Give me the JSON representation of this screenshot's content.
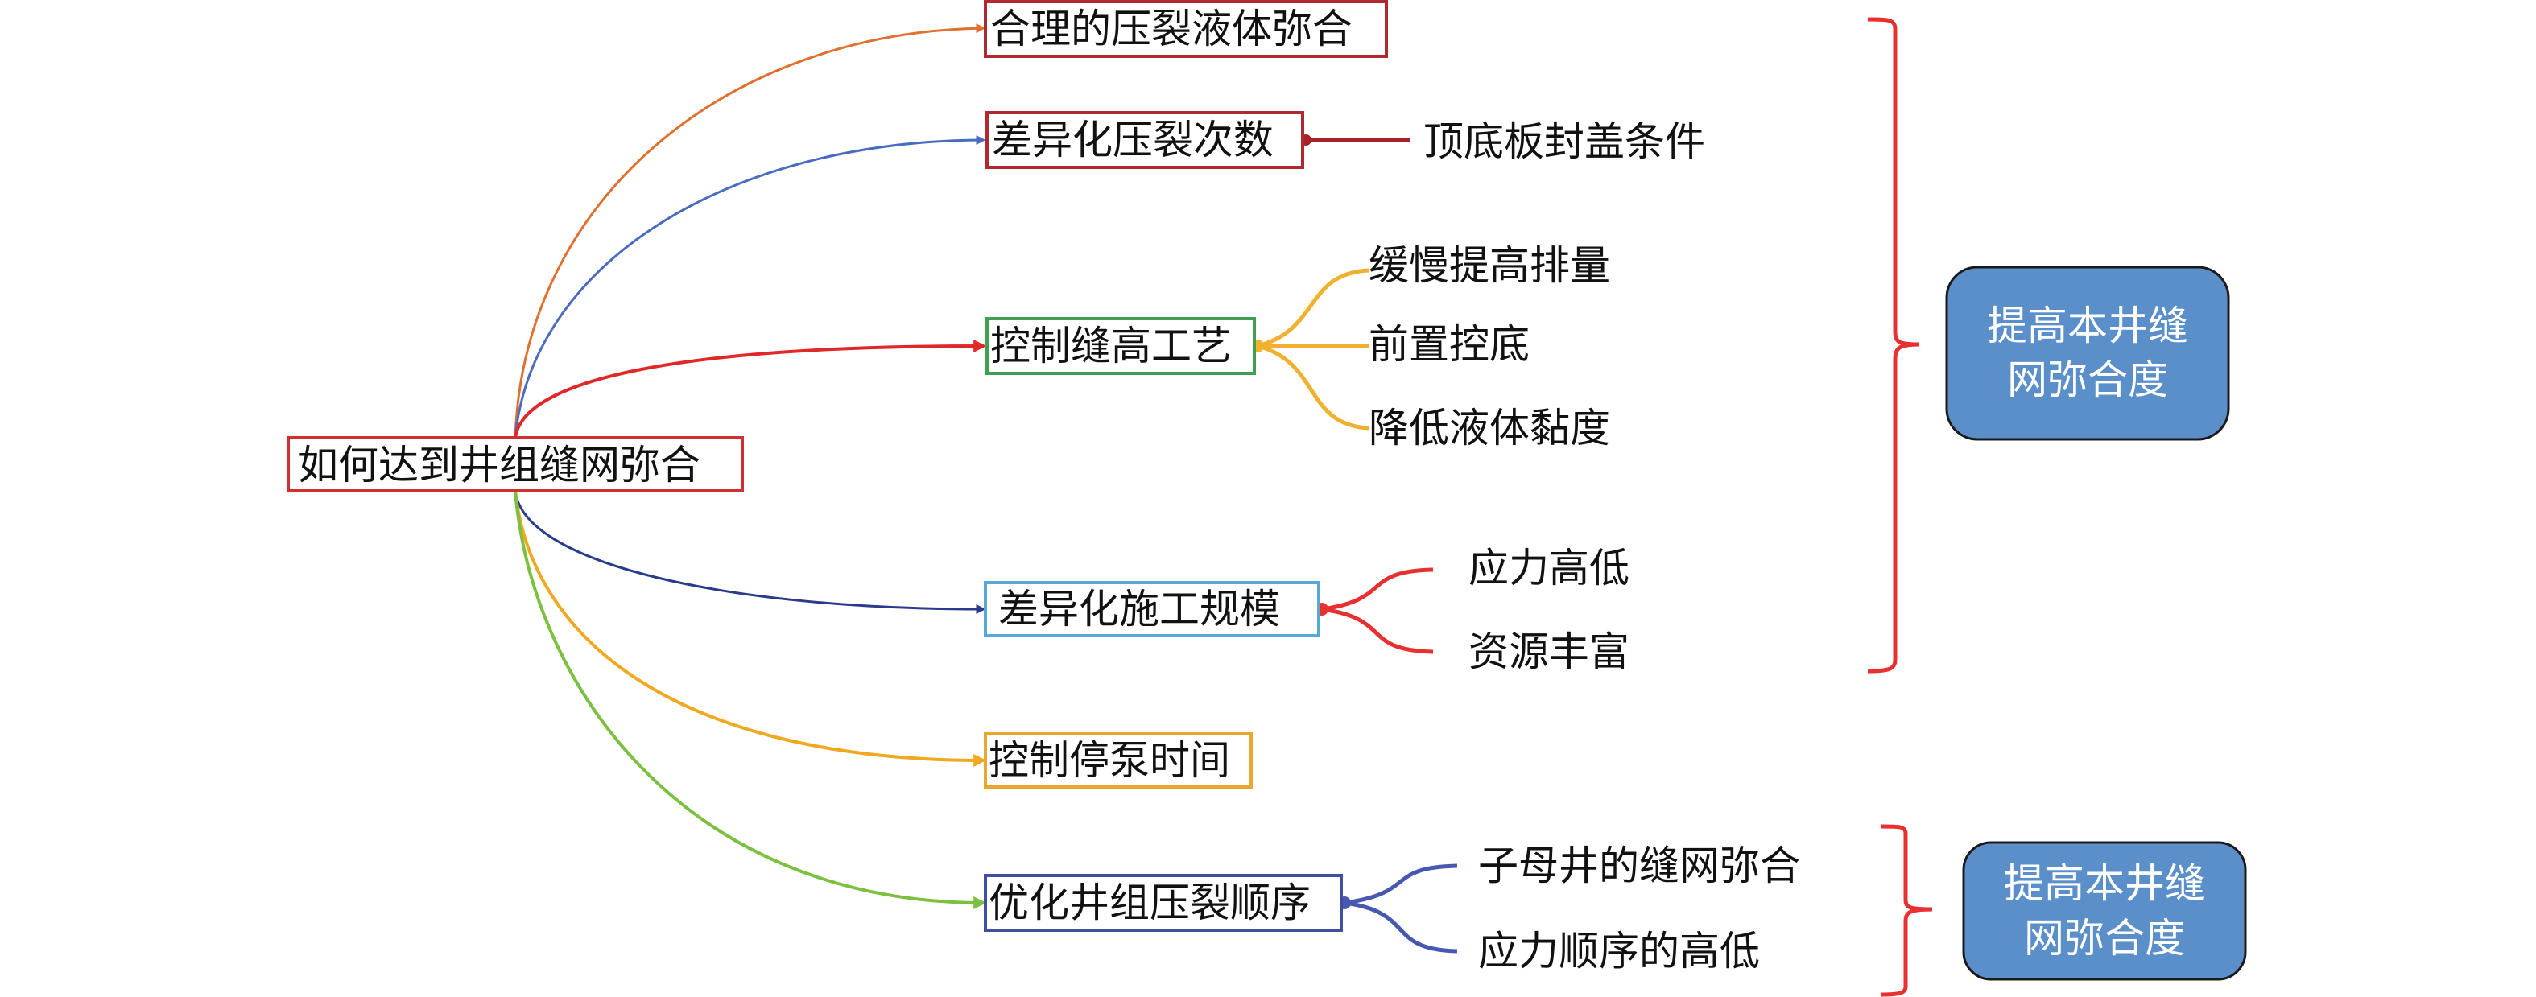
{
  "root": {
    "label": "如何达到井组缝网弥合",
    "border": "#d03030"
  },
  "branches": [
    {
      "label": "合理的压裂液体弥合",
      "color": "#e07030",
      "border": "#b02830",
      "children": []
    },
    {
      "label": "差异化压裂次数",
      "color": "#4a6cc0",
      "border": "#b02830",
      "child_color": "#a82028",
      "children": [
        "顶底板封盖条件"
      ]
    },
    {
      "label": "控制缝高工艺",
      "color": "#e02828",
      "border": "#40a050",
      "child_color": "#f0b030",
      "children": [
        "缓慢提高排量",
        "前置控底",
        "降低液体黏度"
      ]
    },
    {
      "label": "差异化施工规模",
      "color": "#2a3a8c",
      "border": "#58a8d8",
      "child_color": "#e83030",
      "children": [
        "应力高低",
        "资源丰富"
      ]
    },
    {
      "label": "控制停泵时间",
      "color": "#f0a820",
      "border": "#e8a830",
      "children": []
    },
    {
      "label": "优化井组压裂顺序",
      "color": "#7cc040",
      "border": "#4050a0",
      "child_color": "#4858b0",
      "children": [
        "子母井的缝网弥合",
        "应力顺序的高低"
      ]
    }
  ],
  "outcomes": [
    {
      "line1": "提高本井缝",
      "line2": "网弥合度"
    },
    {
      "line1": "提高本井缝",
      "line2": "网弥合度"
    }
  ],
  "colors": {
    "brace": "#e83030",
    "outcome_fill": "#5b8fc9",
    "outcome_stroke": "#1a1a1a"
  }
}
